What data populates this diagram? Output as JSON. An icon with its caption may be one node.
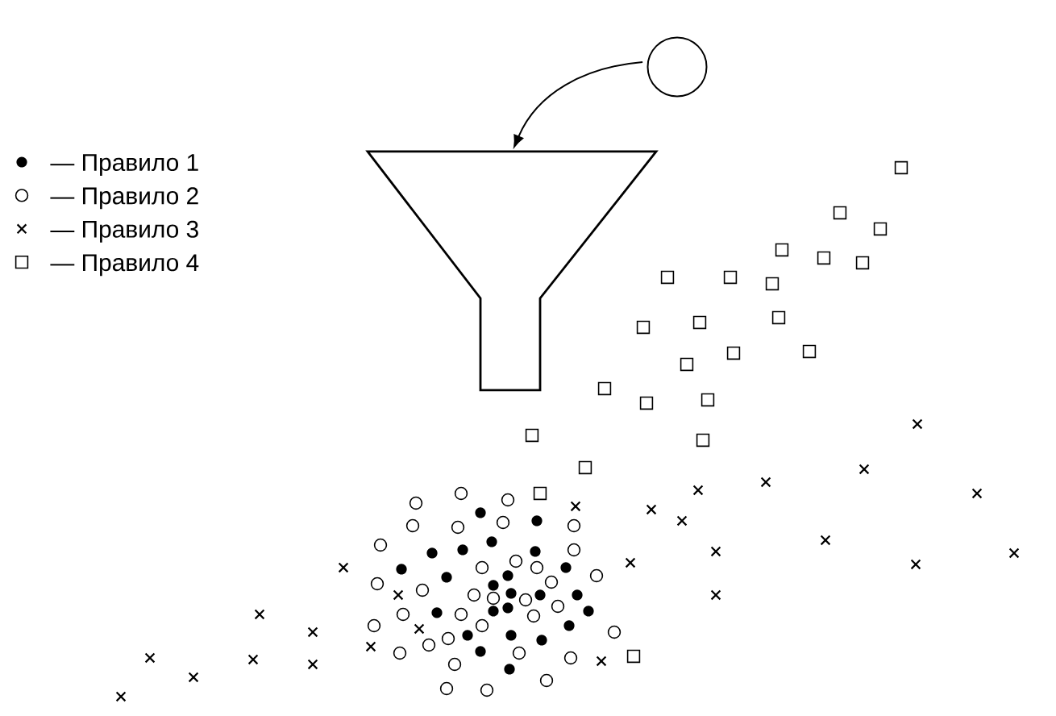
{
  "diagram": {
    "nodes": [
      {
        "text": [],
        "shape": "circle"
      },
      {
        "text": [],
        "shape": "funnel"
      }
    ],
    "edges": [
      {
        "from": 0,
        "to": 1,
        "arrow": "to"
      }
    ],
    "legend": [
      {
        "text": "— Правило 1"
      },
      {
        "text": "— Правило 2"
      },
      {
        "text": "— Правило 3"
      },
      {
        "text": "— Правило 4"
      }
    ]
  }
}
